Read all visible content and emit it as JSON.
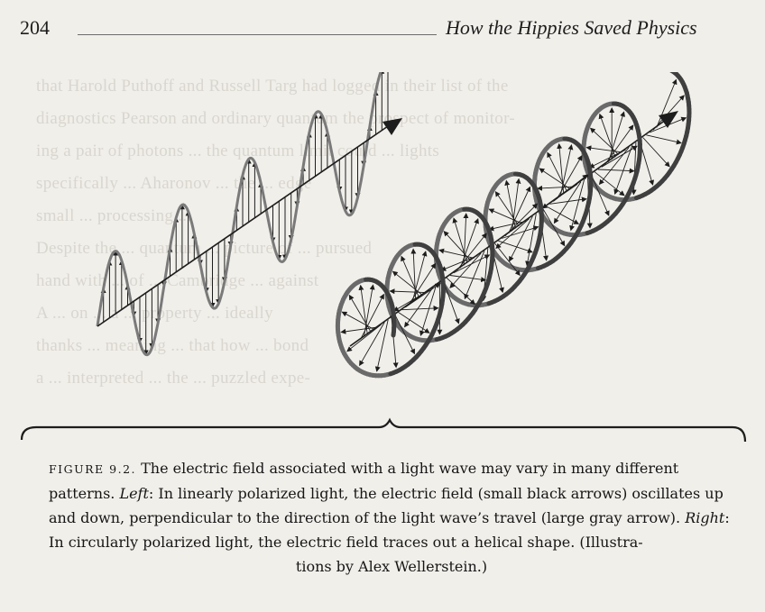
{
  "header": {
    "page_number": "204",
    "running_head": "How the Hippies Saved Physics"
  },
  "figure": {
    "label": "Figure 9.2.",
    "caption_text_1": "The electric field associated with a light wave may vary in many different patterns.",
    "left_label": "Left",
    "caption_text_2": ": In linearly polarized light, the electric field (small black arrows) oscillates up and down, perpendicular to the direction of the light wave’s travel (large gray arrow).",
    "right_label": "Right",
    "caption_text_3": ": In circularly polarized light, the electric field traces out a helical shape. (Illustra-",
    "caption_text_4": "tions by Alex Wellerstein.)"
  },
  "colors": {
    "ink": "#1d1d1d",
    "wave_stroke": "#7a7a7a",
    "helix_stroke": "#4a4a4a",
    "paper": "#f1efea"
  }
}
